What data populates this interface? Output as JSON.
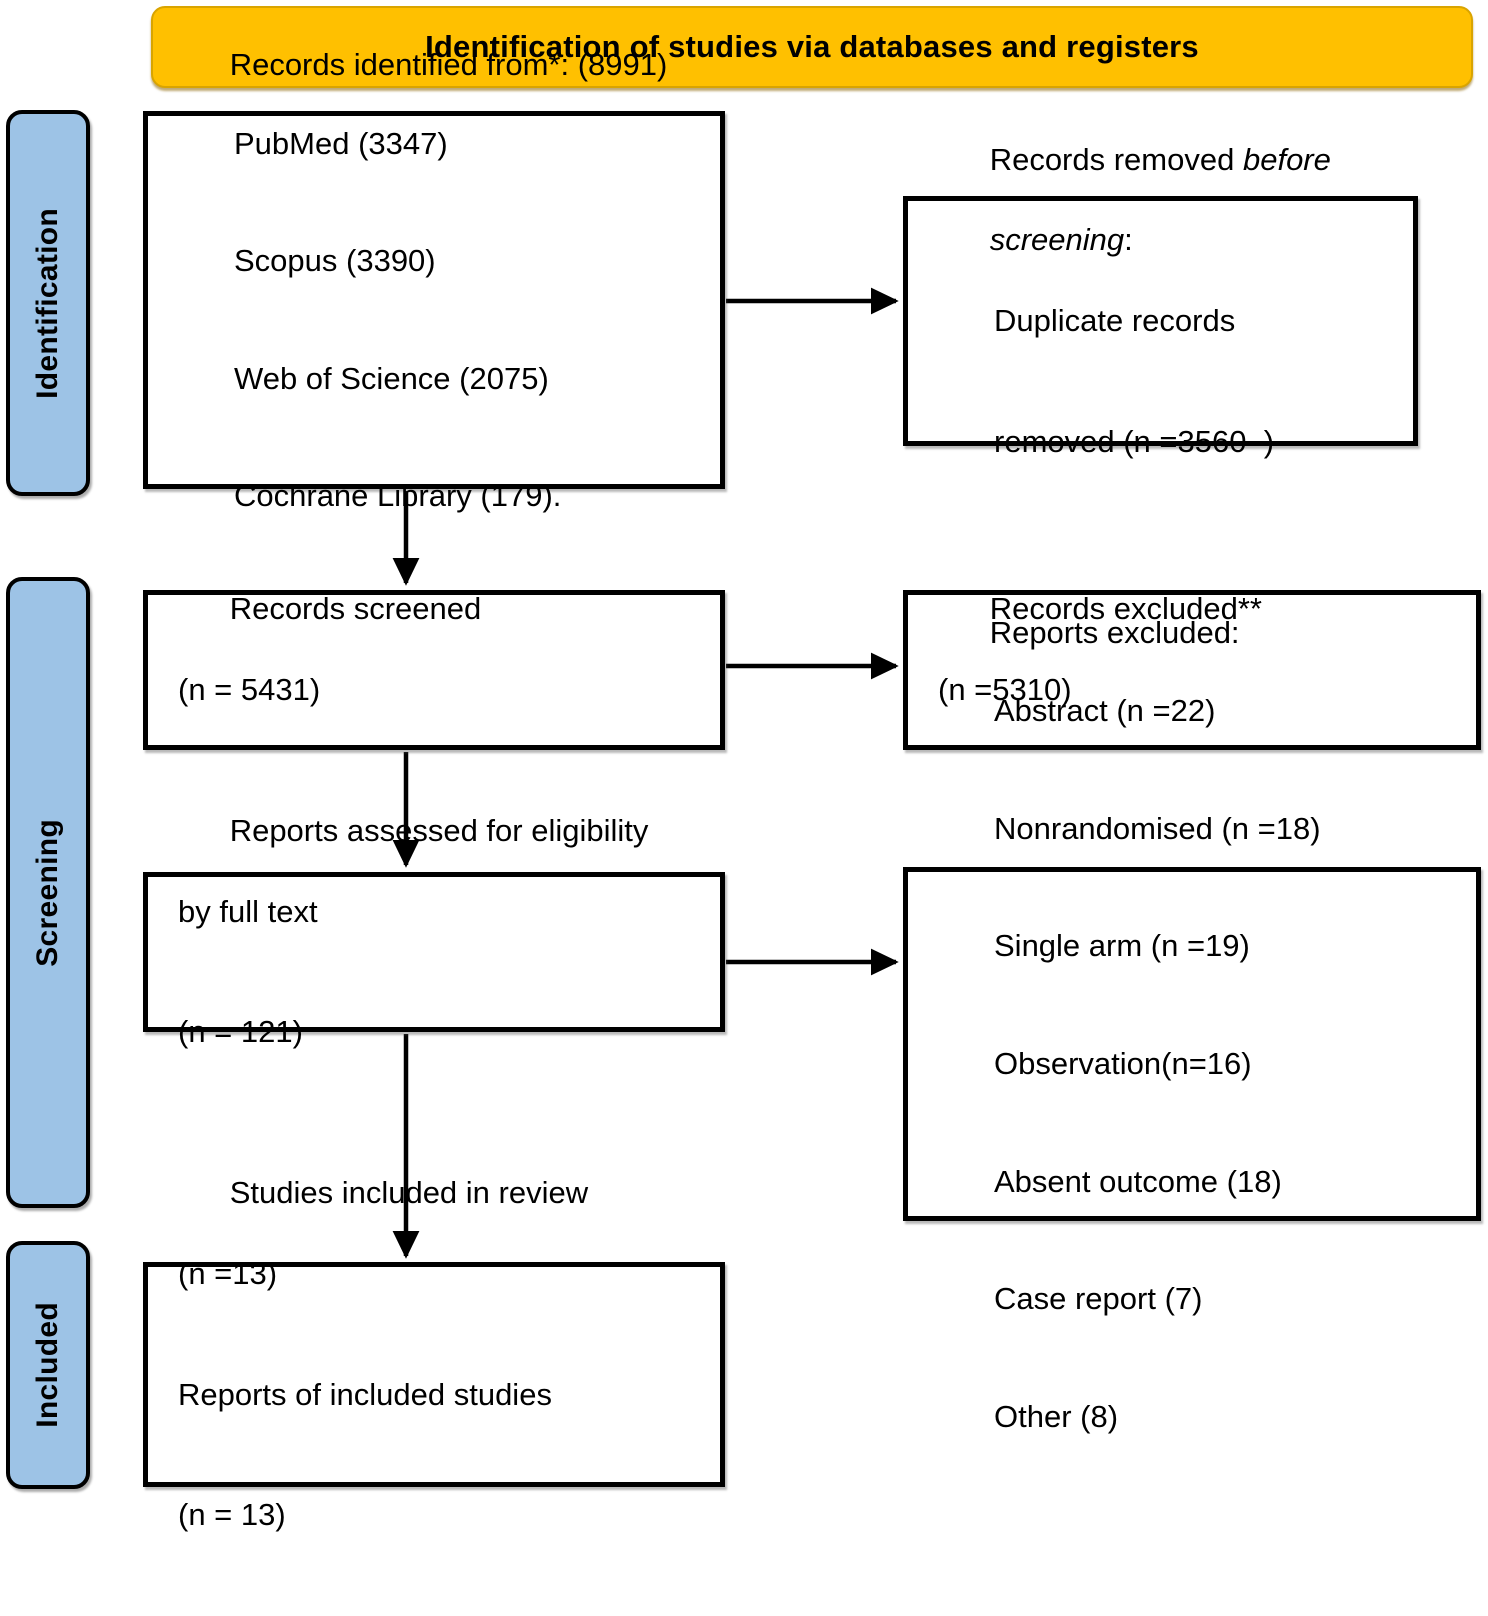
{
  "banner": {
    "title": "Identification of studies via databases and registers",
    "color": "#FFC000"
  },
  "phases": {
    "color": "#9DC3E6",
    "identification": "Identification",
    "screening": "Screening",
    "included": "Included"
  },
  "boxes": {
    "identified": {
      "line1": "Records identified from*: (8991)",
      "line2": "PubMed (3347)",
      "line3": "Scopus (3390)",
      "line4": "Web of Science (2075)",
      "line5": "Cochrane Library (179)."
    },
    "removed": {
      "line1a": "Records removed ",
      "line1b": "before",
      "line2a": "screening",
      "line2b": ":",
      "line3": "Duplicate records",
      "line4": "removed (n =3560  )"
    },
    "screened": {
      "line1": "Records screened",
      "line2": "(n = 5431)"
    },
    "records_excluded": {
      "line1": "Records excluded**",
      "line2": "(n =5310)"
    },
    "assessed": {
      "line1": "Reports assessed for eligibility",
      "line2": "by full text",
      "line3": "(n = 121)"
    },
    "reports_excluded": {
      "line1": "Reports excluded:",
      "line2": "Abstract (n =22)",
      "line3": "Nonrandomised (n =18)",
      "line4": "Single arm (n =19)",
      "line5": "Observation(n=16)",
      "line6": "Absent outcome (18)",
      "line7": "Case report (7)",
      "line8": "Other (8)"
    },
    "included": {
      "line1": "Studies included in review",
      "line2": "(n =13)",
      "line3": "Reports of included studies",
      "line4": "(n = 13)"
    }
  },
  "chart_data": {
    "type": "diagram",
    "title": "Identification of studies via databases and registers",
    "nodes": [
      {
        "id": "identified",
        "phase": "Identification",
        "label": "Records identified from*",
        "total": 8991,
        "sources": [
          {
            "name": "PubMed",
            "n": 3347
          },
          {
            "name": "Scopus",
            "n": 3390
          },
          {
            "name": "Web of Science",
            "n": 2075
          },
          {
            "name": "Cochrane Library",
            "n": 179
          }
        ]
      },
      {
        "id": "removed",
        "phase": "Identification",
        "label": "Records removed before screening: Duplicate records removed",
        "n": 3560
      },
      {
        "id": "screened",
        "phase": "Screening",
        "label": "Records screened",
        "n": 5431
      },
      {
        "id": "records_excluded",
        "phase": "Screening",
        "label": "Records excluded**",
        "n": 5310
      },
      {
        "id": "assessed",
        "phase": "Screening",
        "label": "Reports assessed for eligibility by full text",
        "n": 121
      },
      {
        "id": "reports_excluded",
        "phase": "Screening",
        "label": "Reports excluded",
        "reasons": [
          {
            "name": "Abstract",
            "n": 22
          },
          {
            "name": "Nonrandomised",
            "n": 18
          },
          {
            "name": "Single arm",
            "n": 19
          },
          {
            "name": "Observation",
            "n": 16
          },
          {
            "name": "Absent outcome",
            "n": 18
          },
          {
            "name": "Case report",
            "n": 7
          },
          {
            "name": "Other",
            "n": 8
          }
        ]
      },
      {
        "id": "included",
        "phase": "Included",
        "label": "Studies included in review",
        "n": 13,
        "reports_of_included_studies": 13
      }
    ],
    "edges": [
      {
        "from": "identified",
        "to": "removed",
        "direction": "right"
      },
      {
        "from": "identified",
        "to": "screened",
        "direction": "down"
      },
      {
        "from": "screened",
        "to": "records_excluded",
        "direction": "right"
      },
      {
        "from": "screened",
        "to": "assessed",
        "direction": "down"
      },
      {
        "from": "assessed",
        "to": "reports_excluded",
        "direction": "right"
      },
      {
        "from": "assessed",
        "to": "included",
        "direction": "down"
      }
    ]
  }
}
